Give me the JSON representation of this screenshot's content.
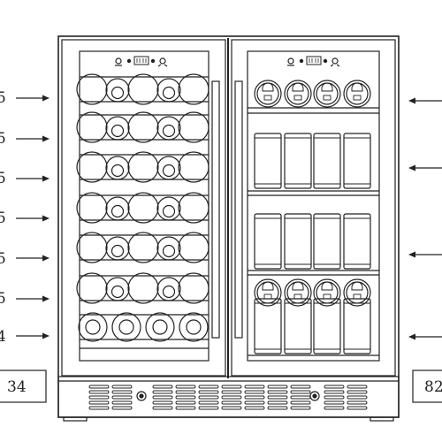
{
  "diagram": {
    "subject": "dual-zone beverage and wine cooler",
    "left_zone": {
      "content": "wine bottles",
      "shelf_count": 7,
      "bottle_caps_per_shelf": [
        5,
        5,
        5,
        5,
        5,
        5,
        4
      ],
      "shelf_arrow_labels": [
        "5",
        "5",
        "5",
        "5",
        "5",
        "5",
        "4"
      ],
      "total_box_label": "34"
    },
    "right_zone": {
      "content": "beverage cans",
      "rows": [
        "cans-top-view",
        "cans-side-view",
        "cans-side-view",
        "cans-top-and-side-view"
      ],
      "cans_per_row": 4,
      "total_box_label": "82"
    },
    "control_panel_icons": [
      "thermometer-icon",
      "display-icon",
      "light-icon"
    ],
    "base_vent": "grille with two leveling knobs",
    "colors": {
      "line": "#222222",
      "background": "#ffffff"
    }
  }
}
